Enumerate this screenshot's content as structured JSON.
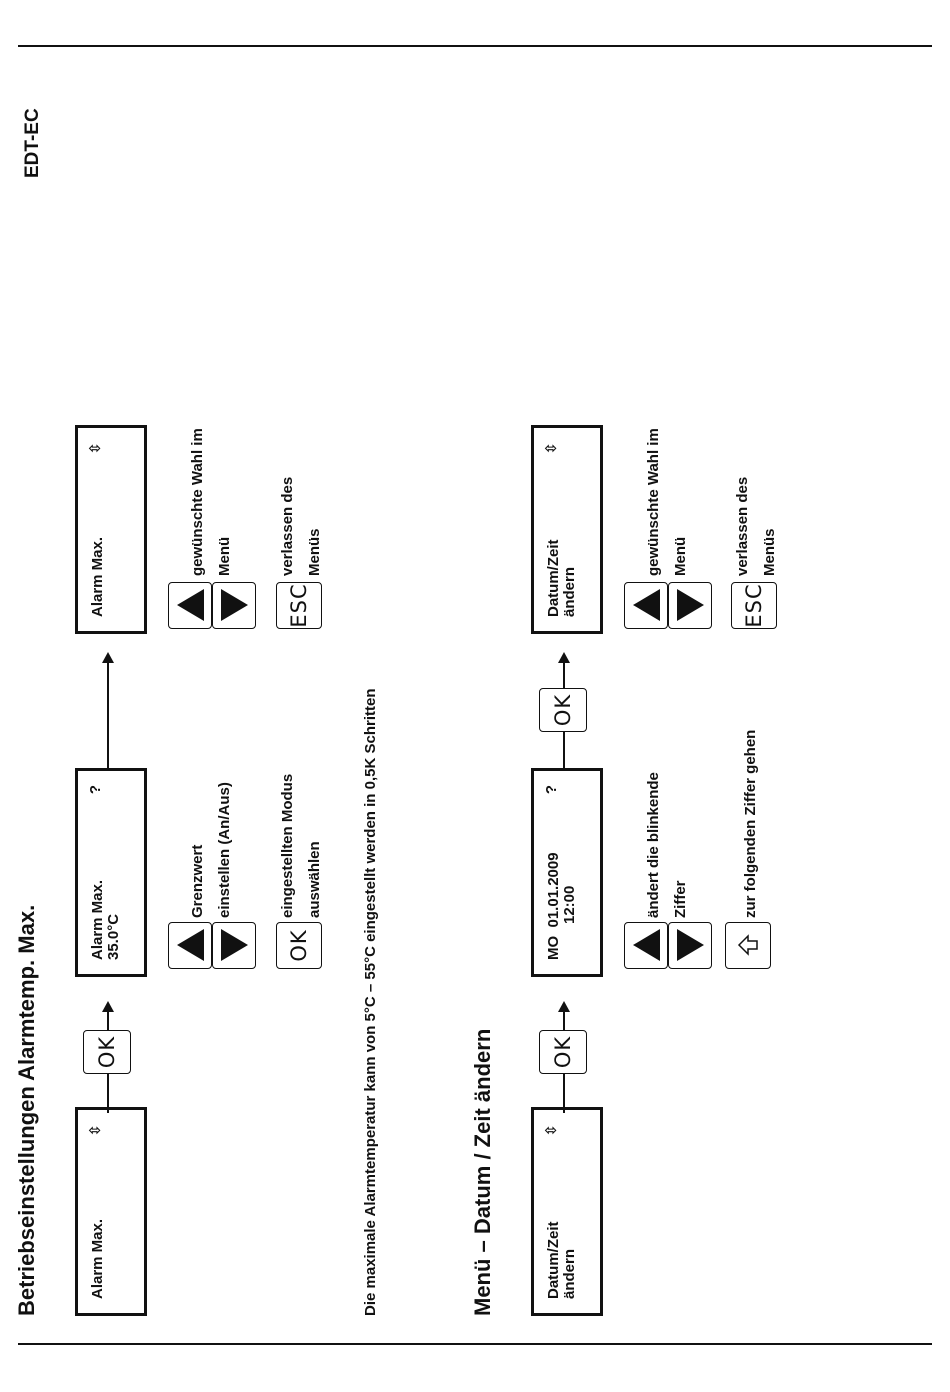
{
  "header": {
    "code": "EDT-EC"
  },
  "section1": {
    "title": "Betriebseinstellungen Alarmtemp. Max.",
    "screen1": {
      "line1": "Alarm Max.",
      "line2": "",
      "indicator": "⇳"
    },
    "ok1": "OK",
    "screen2": {
      "line1": "Alarm Max.",
      "line2": "35.0°C",
      "indicator": "?"
    },
    "screen3": {
      "line1": "Alarm Max.",
      "line2": "",
      "indicator": "⇳"
    },
    "updown_label1": [
      "Grenzwert",
      "einstellen (An/Aus)"
    ],
    "ok_label": "OK",
    "ok_text": [
      "eingestellten Modus",
      "auswählen"
    ],
    "updown_label2": [
      "gewünschte Wahl im",
      "Menü"
    ],
    "esc_label": "ESC",
    "esc_text": [
      "verlassen des",
      "Menüs"
    ],
    "note": "Die maximale Alarmtemperatur kann von 5°C – 55°C eingestellt werden in 0,5K Schritten"
  },
  "section2": {
    "title": "Menü – Datum / Zeit ändern",
    "screen1": {
      "line1": "Datum/Zeit",
      "line2": "ändern",
      "indicator": "⇳"
    },
    "ok1": "OK",
    "screen2": {
      "line1": "MO  01.01.2009",
      "line2": "12:00",
      "indicator": "?"
    },
    "ok2": "OK",
    "screen3": {
      "line1": "Datum/Zeit",
      "line2": "ändern",
      "indicator": "⇳"
    },
    "updown_label1": [
      "ändert die blinkende",
      "Ziffer"
    ],
    "shift_label": "zur folgenden Ziffer gehen",
    "updown_label2": [
      "gewünschte Wahl im",
      "Menü"
    ],
    "esc_label": "ESC",
    "esc_text": [
      "verlassen des",
      "Menüs"
    ]
  }
}
